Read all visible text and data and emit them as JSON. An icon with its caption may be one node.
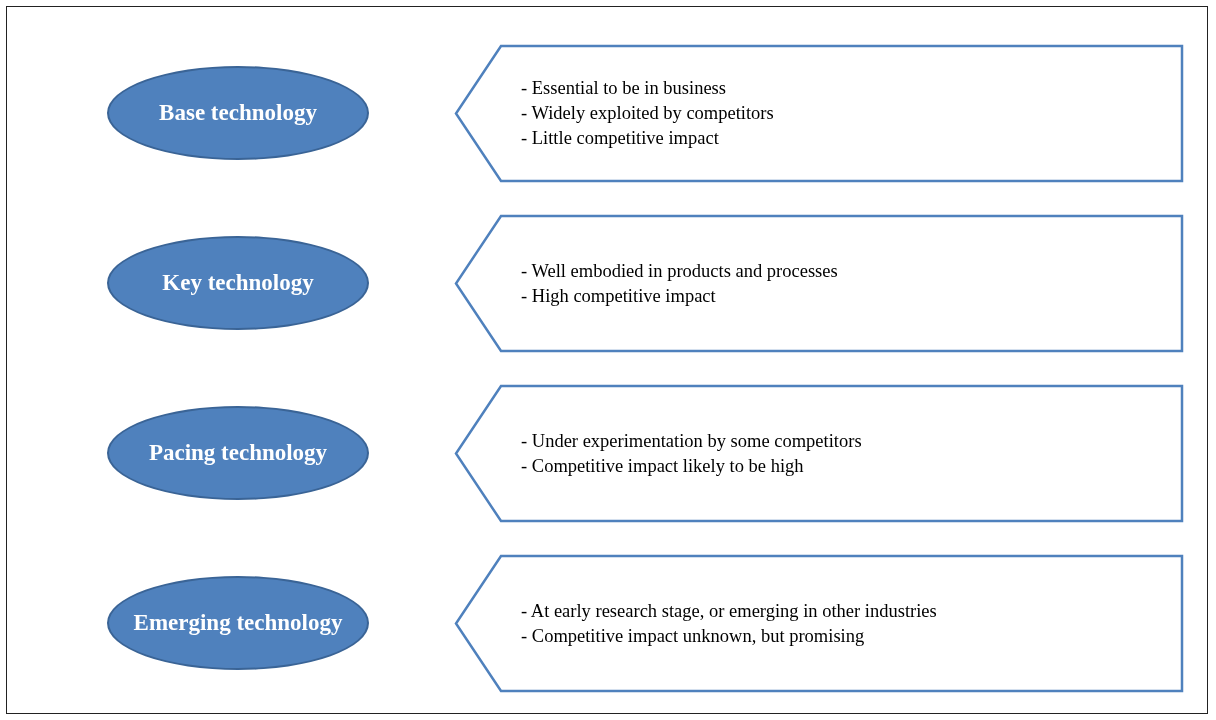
{
  "diagram": {
    "nodes": [
      {
        "text": [
          "Base technology"
        ]
      },
      {
        "text": [
          "- Essential to be in business",
          "- Widely exploited by competitors",
          "- Little competitive impact"
        ]
      },
      {
        "text": [
          "Key technology"
        ]
      },
      {
        "text": [
          "- Well embodied in products and processes",
          "- High competitive impact"
        ]
      },
      {
        "text": [
          "Pacing technology"
        ]
      },
      {
        "text": [
          "- Under experimentation by some competitors",
          "- Competitive impact likely to be high"
        ]
      },
      {
        "text": [
          "Emerging technology"
        ]
      },
      {
        "text": [
          "- At early research stage, or emerging in other industries",
          "- Competitive impact unknown, but promising"
        ]
      }
    ]
  }
}
